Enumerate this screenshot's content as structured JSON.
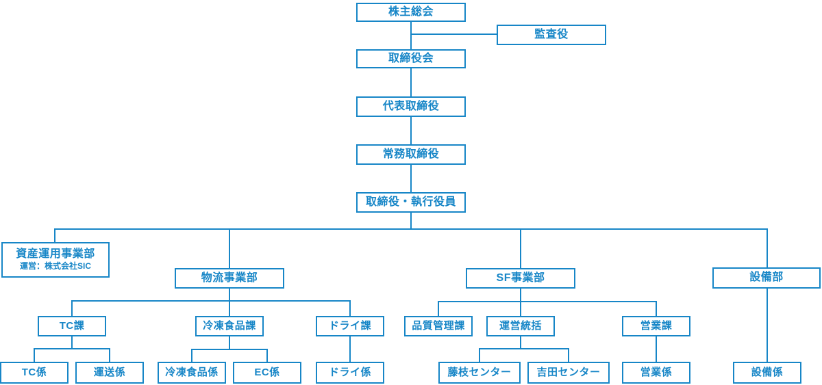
{
  "org": {
    "accent_color": "#1786c7",
    "nodes": {
      "shareholders_meeting": {
        "label": "株主総会"
      },
      "auditor": {
        "label": "監査役"
      },
      "board_of_directors": {
        "label": "取締役会"
      },
      "representative_director": {
        "label": "代表取締役"
      },
      "managing_director": {
        "label": "常務取締役"
      },
      "directors_executive_officers": {
        "label": "取締役・執行役員"
      },
      "asset_management_division": {
        "label": "資産運用事業部",
        "sublabel": "運営：株式会社SIC"
      },
      "logistics_division": {
        "label": "物流事業部"
      },
      "sf_division": {
        "label": "SF事業部"
      },
      "facilities_department": {
        "label": "設備部"
      },
      "tc_section": {
        "label": "TC課"
      },
      "frozen_food_section": {
        "label": "冷凍食品課"
      },
      "dry_section": {
        "label": "ドライ課"
      },
      "quality_control_section": {
        "label": "品質管理課"
      },
      "operations_management": {
        "label": "運営統括"
      },
      "sales_section": {
        "label": "営業課"
      },
      "tc_unit": {
        "label": "TC係"
      },
      "transport_unit": {
        "label": "運送係"
      },
      "frozen_food_unit": {
        "label": "冷凍食品係"
      },
      "ec_unit": {
        "label": "EC係"
      },
      "dry_unit": {
        "label": "ドライ係"
      },
      "fujieda_center": {
        "label": "藤枝センター"
      },
      "yoshida_center": {
        "label": "吉田センター"
      },
      "sales_unit": {
        "label": "営業係"
      },
      "facilities_unit": {
        "label": "設備係"
      }
    },
    "edges": [
      [
        "shareholders_meeting",
        "auditor"
      ],
      [
        "shareholders_meeting",
        "board_of_directors"
      ],
      [
        "board_of_directors",
        "representative_director"
      ],
      [
        "representative_director",
        "managing_director"
      ],
      [
        "managing_director",
        "directors_executive_officers"
      ],
      [
        "directors_executive_officers",
        "asset_management_division"
      ],
      [
        "directors_executive_officers",
        "logistics_division"
      ],
      [
        "directors_executive_officers",
        "sf_division"
      ],
      [
        "directors_executive_officers",
        "facilities_department"
      ],
      [
        "logistics_division",
        "tc_section"
      ],
      [
        "logistics_division",
        "frozen_food_section"
      ],
      [
        "logistics_division",
        "dry_section"
      ],
      [
        "sf_division",
        "quality_control_section"
      ],
      [
        "sf_division",
        "operations_management"
      ],
      [
        "sf_division",
        "sales_section"
      ],
      [
        "tc_section",
        "tc_unit"
      ],
      [
        "tc_section",
        "transport_unit"
      ],
      [
        "frozen_food_section",
        "frozen_food_unit"
      ],
      [
        "frozen_food_section",
        "ec_unit"
      ],
      [
        "dry_section",
        "dry_unit"
      ],
      [
        "operations_management",
        "fujieda_center"
      ],
      [
        "operations_management",
        "yoshida_center"
      ],
      [
        "sales_section",
        "sales_unit"
      ],
      [
        "facilities_department",
        "facilities_unit"
      ]
    ]
  }
}
